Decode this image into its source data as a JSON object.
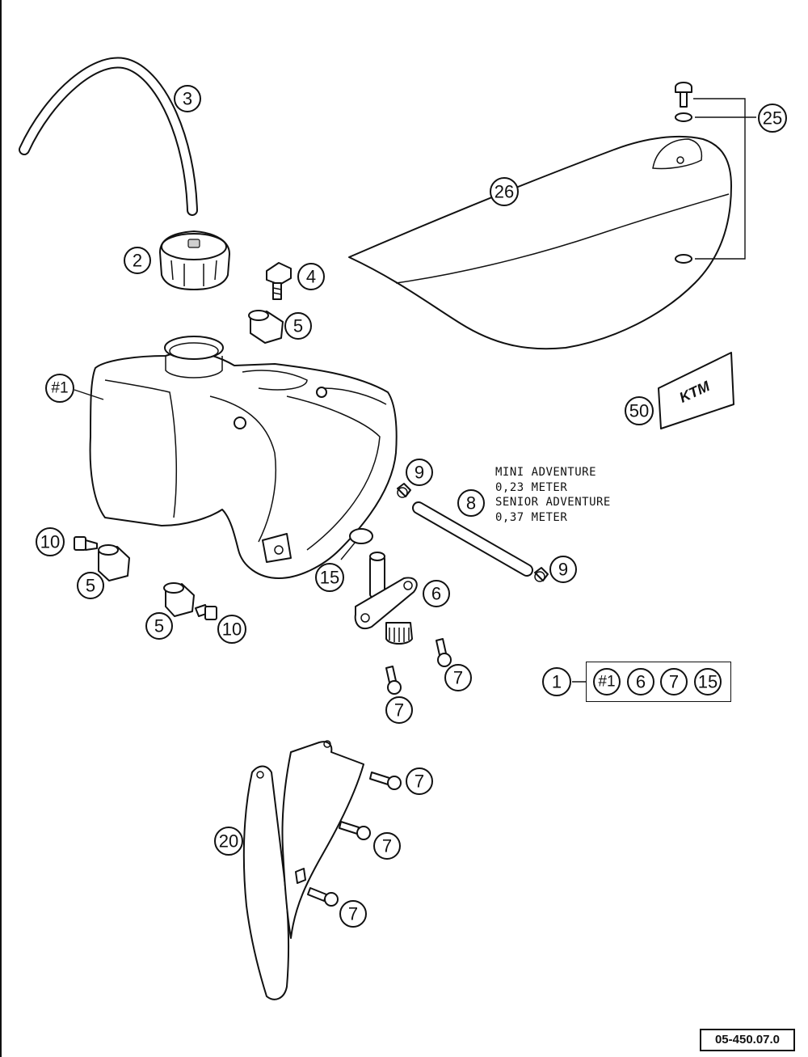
{
  "labels": {
    "c1": "1",
    "c2": "2",
    "c3": "3",
    "c4": "4",
    "c5": "5",
    "c6": "6",
    "c7": "7",
    "c8": "8",
    "c9": "9",
    "c10": "10",
    "c15": "15",
    "c20": "20",
    "c25": "25",
    "c26": "26",
    "c50": "50",
    "tank": "#1"
  },
  "note": {
    "line1": "MINI ADVENTURE",
    "line2": "0,23 METER",
    "line3": "SENIOR ADVENTURE",
    "line4": "0,37 METER"
  },
  "kit": {
    "main": "1",
    "items": [
      "#1",
      "6",
      "7",
      "15"
    ]
  },
  "logo_text": "KTM",
  "document_number": "05-450.07.0"
}
